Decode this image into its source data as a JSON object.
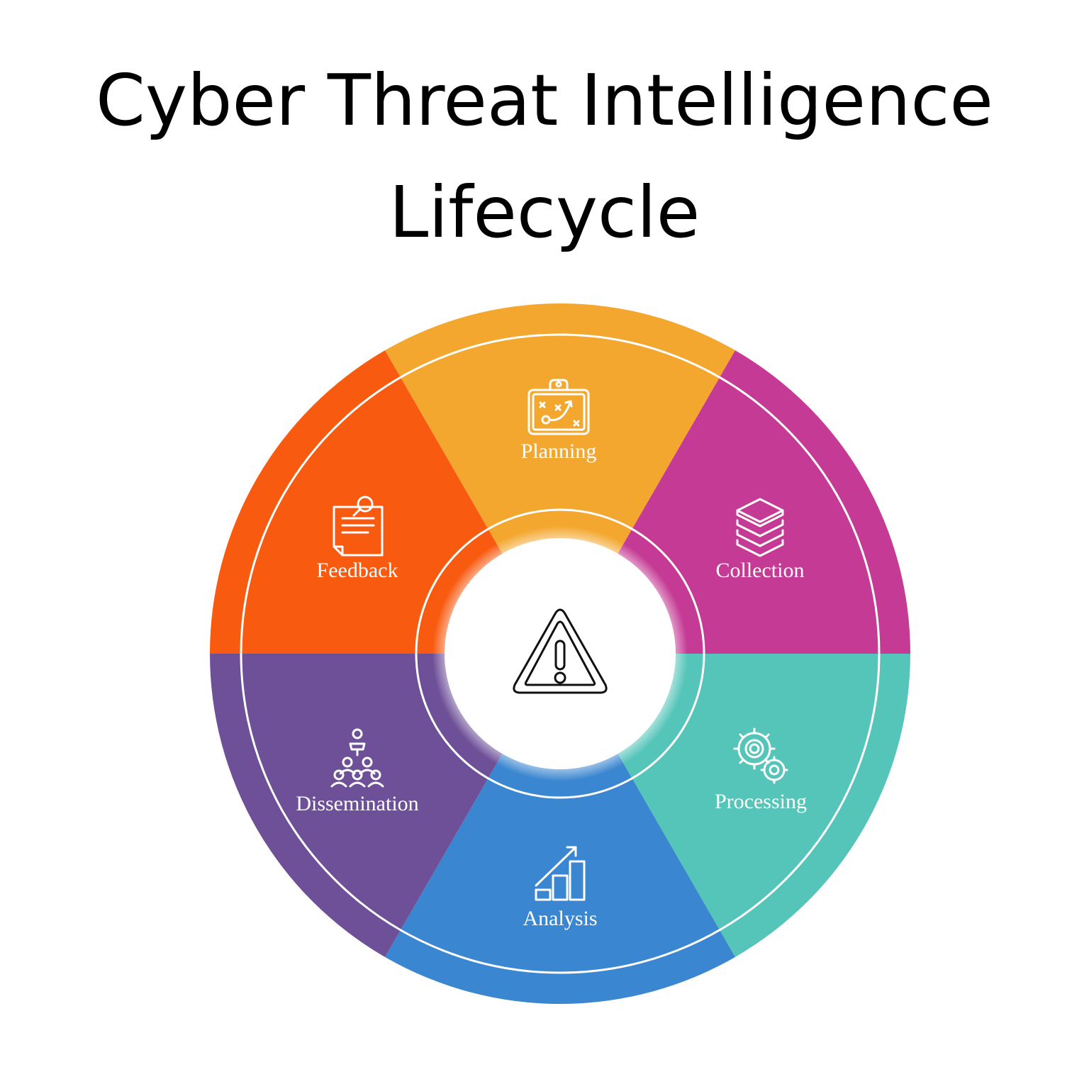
{
  "title": {
    "line1": "Cyber Threat Intelligence",
    "line2": "Lifecycle"
  },
  "segments": [
    {
      "label": "Planning",
      "icon": "strategy-board-icon",
      "color": "#F4A72E"
    },
    {
      "label": "Collection",
      "icon": "layers-stack-icon",
      "color": "#C53A94"
    },
    {
      "label": "Processing",
      "icon": "gears-icon",
      "color": "#55C5BA"
    },
    {
      "label": "Analysis",
      "icon": "growth-chart-icon",
      "color": "#3A86D0"
    },
    {
      "label": "Dissemination",
      "icon": "audience-presentation-icon",
      "color": "#6E5098"
    },
    {
      "label": "Feedback",
      "icon": "document-search-icon",
      "color": "#F85A10"
    }
  ],
  "center": {
    "icon": "warning-triangle-icon"
  }
}
